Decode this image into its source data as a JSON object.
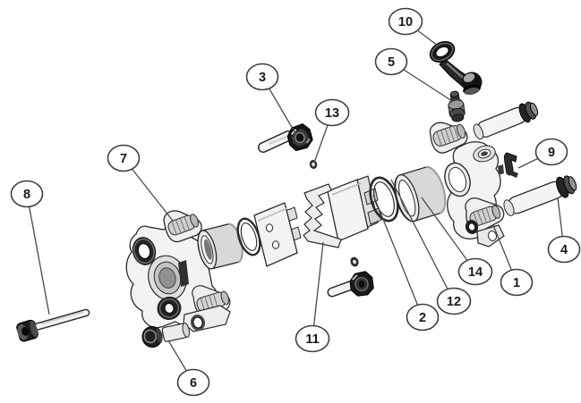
{
  "diagram": {
    "background_color": "#ffffff",
    "line_color": "#2b2b2b",
    "balloon_fill": "#ffffff",
    "balloon_stroke": "#3f3f3f",
    "callouts": [
      {
        "label": "1"
      },
      {
        "label": "2"
      },
      {
        "label": "3"
      },
      {
        "label": "4"
      },
      {
        "label": "5"
      },
      {
        "label": "6"
      },
      {
        "label": "7"
      },
      {
        "label": "8"
      },
      {
        "label": "9"
      },
      {
        "label": "10"
      },
      {
        "label": "11"
      },
      {
        "label": "12"
      },
      {
        "label": "13"
      },
      {
        "label": "14"
      }
    ]
  }
}
